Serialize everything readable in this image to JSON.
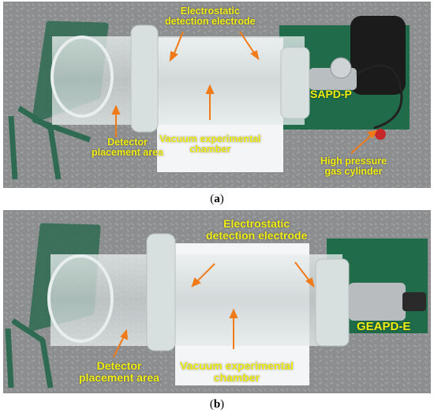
{
  "panels": [
    {
      "id": "a",
      "caption": "a",
      "labels": {
        "electrode_line1": "Electrostatic",
        "electrode_line2": "detection electrode",
        "detector_line1": "Detector",
        "detector_line2": "placement area",
        "chamber_line1": "Vacuum experimental",
        "chamber_line2": "chamber",
        "device": "SAPD-P",
        "cylinder_line1": "High pressure",
        "cylinder_line2": "gas cylinder"
      }
    },
    {
      "id": "b",
      "caption": "b",
      "labels": {
        "electrode_line1": "Electrostatic",
        "electrode_line2": "detection electrode",
        "detector_line1": "Detector",
        "detector_line2": "placement area",
        "chamber_line1": "Vacuum experimental",
        "chamber_line2": "chamber",
        "device": "GEAPD-E"
      }
    }
  ],
  "colors": {
    "label": "#f2ee14",
    "arrow": "#f07a18",
    "chair_green": "#2f6b52",
    "board_green": "#1f6b4a",
    "floor": "#8b8d8e",
    "acrylic": "#dfe6e6"
  }
}
